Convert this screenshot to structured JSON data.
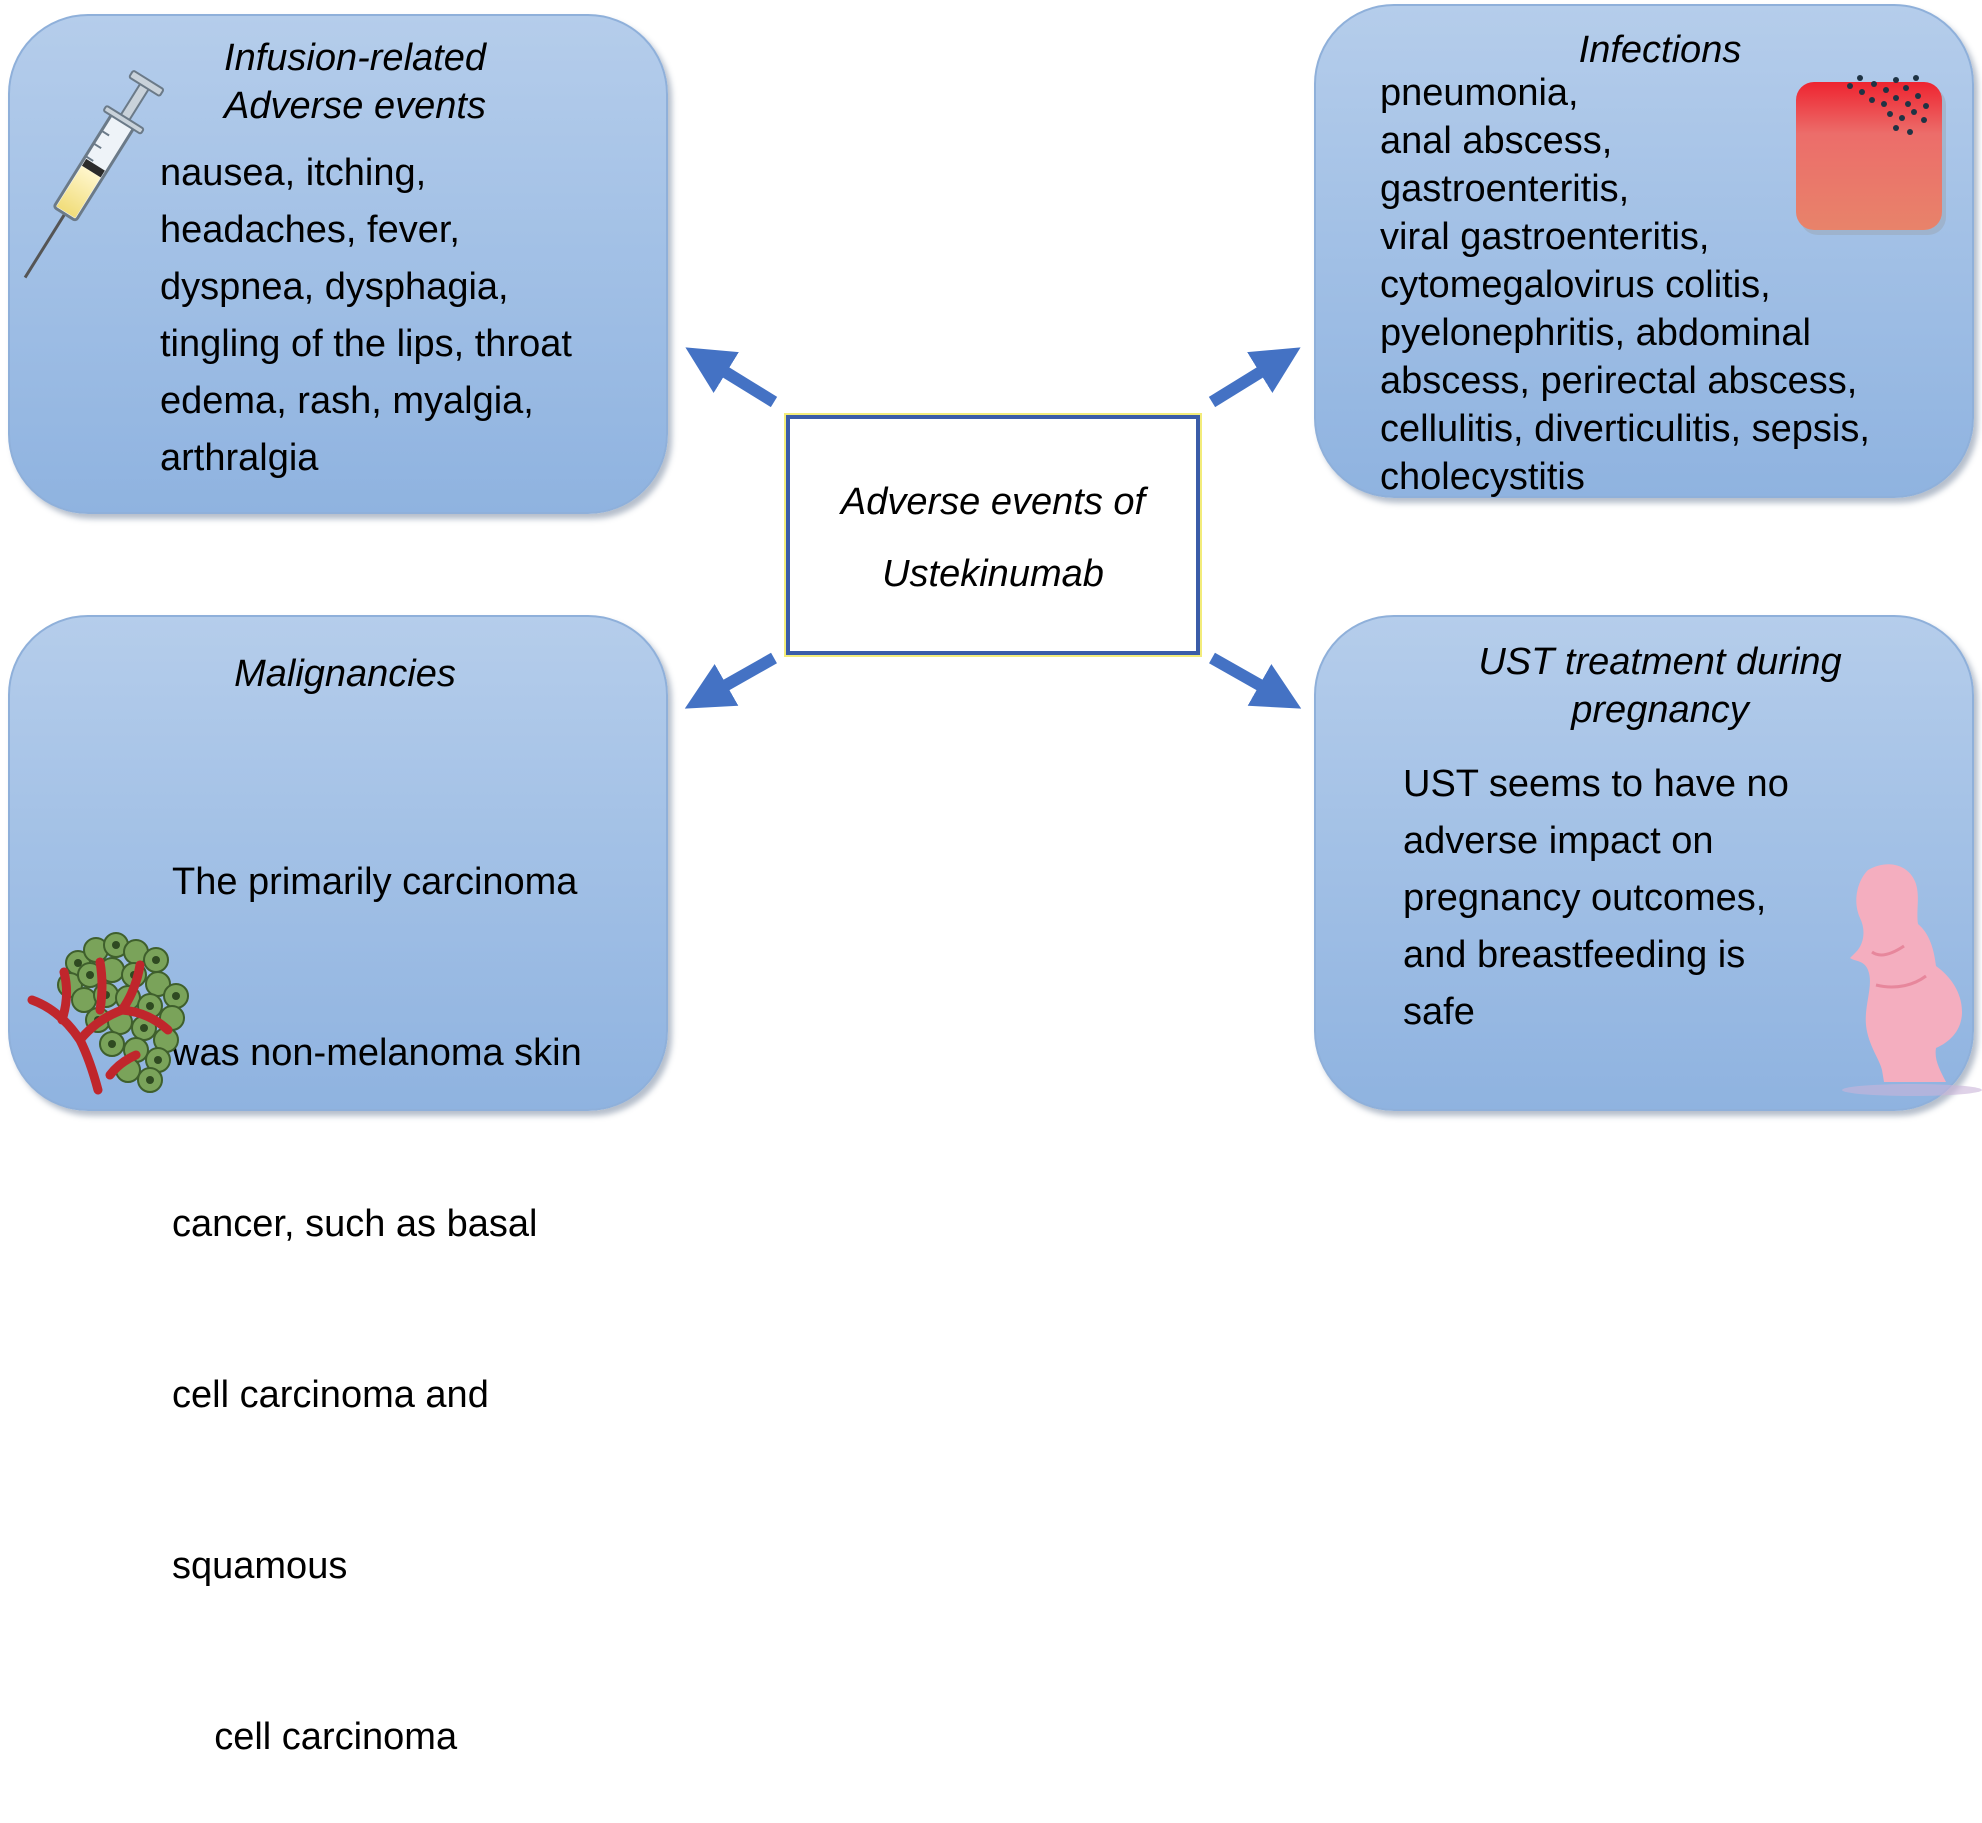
{
  "center": {
    "line1": "Adverse events of",
    "line2": "Ustekinumab"
  },
  "boxes": {
    "infusion": {
      "title": [
        "Infusion-related",
        "Adverse events"
      ],
      "lines": [
        "nausea, itching,",
        "headaches, fever,",
        "dyspnea, dysphagia,",
        "tingling of the lips, throat",
        "edema, rash, myalgia,",
        "arthralgia"
      ]
    },
    "infections": {
      "title": [
        "Infections"
      ],
      "lines": [
        "pneumonia,",
        "anal abscess,",
        "gastroenteritis,",
        "viral gastroenteritis,",
        "cytomegalovirus colitis,",
        "pyelonephritis, abdominal",
        "abscess, perirectal abscess,",
        "cellulitis, diverticulitis, sepsis,",
        "cholecystitis"
      ]
    },
    "malignancies": {
      "title": [
        "Malignancies"
      ],
      "lines": [
        "The primarily carcinoma",
        "was non-melanoma skin",
        "cancer, such as basal",
        "cell carcinoma and",
        "squamous",
        "    cell carcinoma"
      ]
    },
    "pregnancy": {
      "title": [
        "UST treatment during",
        "pregnancy"
      ],
      "lines": [
        "UST seems to have no",
        "adverse impact on",
        "pregnancy outcomes,",
        "and breastfeeding is",
        "safe"
      ]
    }
  },
  "colors": {
    "arrow": "#4472c4",
    "box_fill": "#a3c1e6",
    "center_border": "#3a5ca8",
    "center_glow": "#f3ec7a",
    "vein": "#c0262c",
    "cell": "#6f9a4c",
    "skin": "#e8836a",
    "silhouette": "#f4aebf"
  },
  "icons": [
    "syringe-icon",
    "skin-rash-icon",
    "tumor-cells-icon",
    "pregnant-woman-icon"
  ]
}
